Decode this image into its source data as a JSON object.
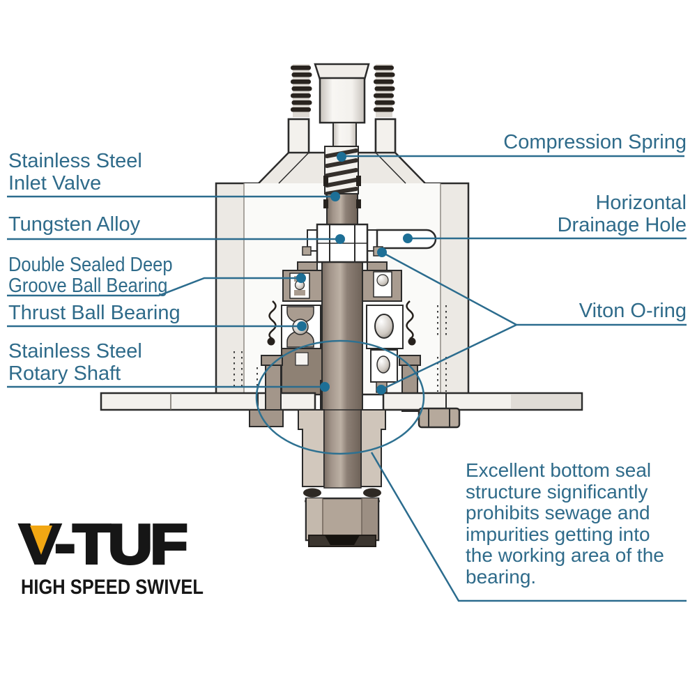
{
  "colors": {
    "accent": "#2f6b8a",
    "leader_line": "#2b6c8e",
    "dot": "#1d6f96",
    "logo_black": "#161616",
    "logo_yellow": "#f2a713",
    "housing_metal": "#ece9e4",
    "shaft_taupe": "#9a8d82",
    "outline": "#2b2b2b"
  },
  "callouts": {
    "inlet_valve": {
      "line1": "Stainless Steel",
      "line2": "Inlet Valve"
    },
    "tungsten_alloy": {
      "line1": "Tungsten Alloy"
    },
    "groove_bearing": {
      "line1": "Double Sealed Deep",
      "line2": "Groove Ball Bearing"
    },
    "thrust_bearing": {
      "line1": "Thrust Ball Bearing"
    },
    "rotary_shaft": {
      "line1": "Stainless Steel",
      "line2": "Rotary Shaft"
    },
    "compression_spring": {
      "line1": "Compression Spring"
    },
    "drainage_hole": {
      "line1": "Horizontal",
      "line2": "Drainage Hole"
    },
    "viton_oring": {
      "line1": "Viton O-ring"
    },
    "bottom_seal": {
      "text": "Excellent bottom seal structure significantly prohibits sewage and impurities getting into the working area of the bearing."
    }
  },
  "logo": {
    "brand": "V-TUF",
    "tagline": "HIGH SPEED SWIVEL"
  }
}
